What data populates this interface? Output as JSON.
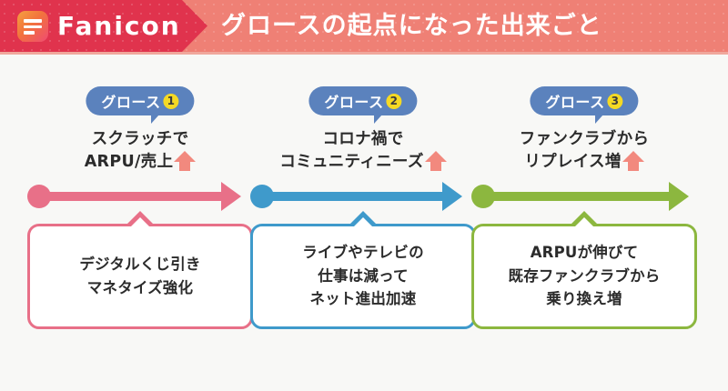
{
  "header": {
    "brand": "Fanicon",
    "logo_icon": "fanicon-document-icon",
    "title": "グロースの起点になった出来ごと",
    "tab_color": "#e0334d",
    "banner_color": "#ef8075"
  },
  "columns": [
    {
      "badge_label": "グロース",
      "badge_number": "❶",
      "badge_color": "#5b82bd",
      "badge_number_color": "#f5d924",
      "headline_lines": [
        "スクラッチで",
        "ARPU/売上"
      ],
      "headline_arrow": "up-arrow-icon",
      "accent_color": "#e87088",
      "flow_icon": "right-arrow-icon",
      "callout_lines": [
        "デジタルくじ引き",
        "マネタイズ強化"
      ]
    },
    {
      "badge_label": "グロース",
      "badge_number": "❷",
      "badge_color": "#5b82bd",
      "badge_number_color": "#f5d924",
      "headline_lines": [
        "コロナ禍で",
        "コミュニティニーズ"
      ],
      "headline_arrow": "up-arrow-icon",
      "accent_color": "#3f9acb",
      "flow_icon": "right-arrow-icon",
      "callout_lines": [
        "ライブやテレビの",
        "仕事は減って",
        "ネット進出加速"
      ]
    },
    {
      "badge_label": "グロース",
      "badge_number": "❸",
      "badge_color": "#5b82bd",
      "badge_number_color": "#f5d924",
      "headline_lines": [
        "ファンクラブから",
        "リプレイス増"
      ],
      "headline_arrow": "up-arrow-icon",
      "accent_color": "#8cb73f",
      "flow_icon": "right-arrow-icon",
      "callout_lines": [
        "ARPUが伸びて",
        "既存ファンクラブから",
        "乗り換え増"
      ]
    }
  ]
}
